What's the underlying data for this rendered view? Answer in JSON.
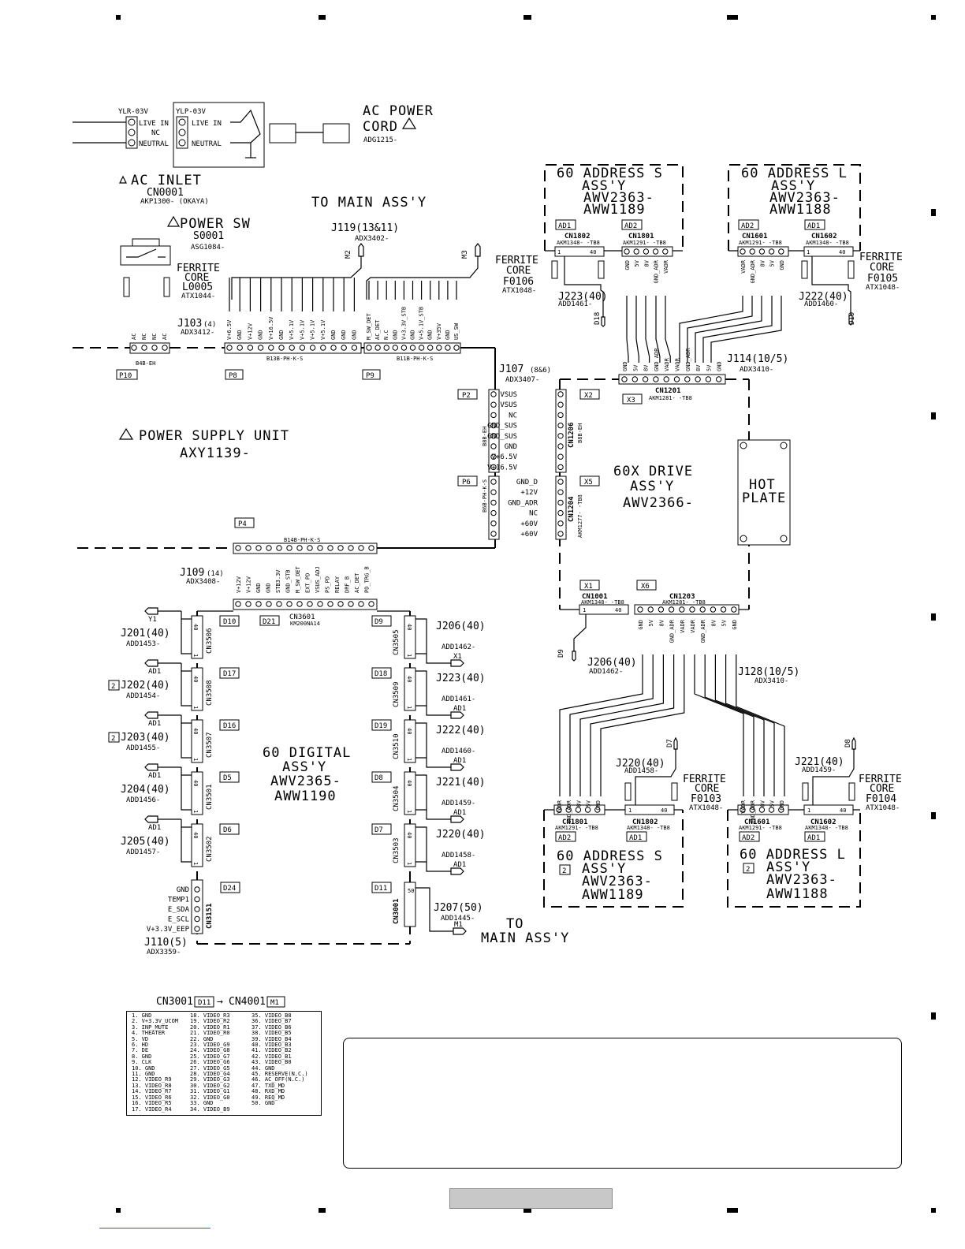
{
  "inlet": {
    "ylr": "YLR-03V",
    "ylp": "YLP-03V",
    "live_in": "LIVE IN",
    "nc": "NC",
    "neutral": "NEUTRAL",
    "label": "AC INLET",
    "ref": "CN0001",
    "part": "AKP1300- (OKAYA)"
  },
  "ac_cord": {
    "l1": "AC POWER",
    "l2": "CORD",
    "part": "ADG1215-"
  },
  "power_sw": {
    "label": "POWER SW",
    "ref": "S0001",
    "part": "ASG1084-"
  },
  "ferrite_l0005": {
    "l1": "FERRITE",
    "l2": "CORE",
    "ref": "L0005",
    "part": "ATX1044-"
  },
  "to_main_top": "TO MAIN ASS'Y",
  "j119": {
    "label": "J119(13&11)",
    "part": "ADX3402-",
    "m2": "M2",
    "m3": "M3"
  },
  "j103": {
    "label": "J103",
    "count": "(4)",
    "part": "ADX3412-"
  },
  "p10": {
    "label": "P10",
    "type": "B4B-EH",
    "pins": [
      "AC",
      "NC",
      "NC",
      "AC"
    ]
  },
  "p8": {
    "label": "P8",
    "type": "B13B-PH-K-S",
    "pins": [
      "V+6.5V",
      "GND",
      "V+12V",
      "GND",
      "V+16.5V",
      "GND",
      "V+5.1V",
      "V+5.1V",
      "V+5.1V",
      "V+5.1V",
      "GND",
      "GND",
      "GND"
    ]
  },
  "p9": {
    "label": "P9",
    "type": "B11B-PH-K-S",
    "pins": [
      "M_SW_DET",
      "AC_DET",
      "N.C",
      "GND",
      "V+3.3V_STB",
      "GND",
      "V+5.1V_STB",
      "GND",
      "V+35V",
      "GND",
      "US_SW"
    ]
  },
  "psu": {
    "title": "POWER SUPPLY UNIT",
    "part": "AXY1139-"
  },
  "p4": {
    "label": "P4",
    "type": "B14B-PH-K-S"
  },
  "j107": {
    "label": "J107",
    "count": "(8&6)",
    "part": "ADX3407-"
  },
  "p2": {
    "label": "P2",
    "type": "B8B-EH",
    "pins": [
      "VSUS",
      "VSUS",
      "NC",
      "GND_SUS",
      "GND_SUS",
      "GND",
      "V+6.5V",
      "V+16.5V"
    ]
  },
  "p6": {
    "label": "P6",
    "type": "B6B-PH-K-S",
    "pins": [
      "GND_D",
      "+12V",
      "GND_ADR",
      "NC",
      "+60V",
      "+60V"
    ]
  },
  "j109": {
    "label": "J109",
    "count": "(14)",
    "part": "ADX3408-",
    "pins": [
      "V+12V",
      "V+12V",
      "GND",
      "GND",
      "STB3.3V",
      "GND_STB",
      "M_SW_DET",
      "EXT_PD",
      "VSUS_ADJ",
      "PS_PD",
      "RELAY",
      "DRF_B",
      "AC_DET",
      "PD_TRG_B"
    ]
  },
  "cn3601": {
    "ref": "CN3601",
    "part": "KM200NA14",
    "d21": "D21"
  },
  "digital": {
    "l1": "60 DIGITAL",
    "l2": "ASS'Y",
    "l3": "AWV2365-",
    "l4": "AWW1190"
  },
  "left_conn": [
    {
      "cn": "CN3506",
      "d": "D10",
      "j": "J201(40)",
      "part": "ADD1453-",
      "sig": "Y1",
      "mark": ""
    },
    {
      "cn": "CN3508",
      "d": "D17",
      "j": "J202(40)",
      "part": "ADD1454-",
      "sig": "AD1",
      "mark": "2"
    },
    {
      "cn": "CN3507",
      "d": "D16",
      "j": "J203(40)",
      "part": "ADD1455-",
      "sig": "AD1",
      "mark": "2"
    },
    {
      "cn": "CN3501",
      "d": "D5",
      "j": "J204(40)",
      "part": "ADD1456-",
      "sig": "AD1",
      "mark": ""
    },
    {
      "cn": "CN3502",
      "d": "D6",
      "j": "J205(40)",
      "part": "ADD1457-",
      "sig": "AD1",
      "mark": ""
    }
  ],
  "right_conn": [
    {
      "cn": "CN3505",
      "d": "D9",
      "j": "J206(40)",
      "part": "ADD1462-",
      "sig": "X1"
    },
    {
      "cn": "CN3509",
      "d": "D18",
      "j": "J223(40)",
      "part": "ADD1461-",
      "sig": "AD1"
    },
    {
      "cn": "CN3510",
      "d": "D19",
      "j": "J222(40)",
      "part": "ADD1460-",
      "sig": "AD1"
    },
    {
      "cn": "CN3504",
      "d": "D8",
      "j": "J221(40)",
      "part": "ADD1459-",
      "sig": "AD1"
    },
    {
      "cn": "CN3503",
      "d": "D7",
      "j": "J220(40)",
      "part": "ADD1458-",
      "sig": "AD1"
    }
  ],
  "cn3151": {
    "ref": "CN3151",
    "d": "D24",
    "pins": [
      "GND",
      "TEMP1",
      "E_SDA",
      "E_SCL",
      "V+3.3V_EEP"
    ],
    "j": "J110(5)",
    "part": "ADX3359-"
  },
  "cn3001": {
    "ref": "CN3001",
    "d": "D11",
    "j": "J207(50)",
    "part": "ADD1445-",
    "sig": "M1"
  },
  "to_main_bottom": {
    "l1": "TO",
    "l2": "MAIN ASS'Y"
  },
  "addr_top_s": {
    "l1": "60 ADDRESS S",
    "l2": "ASS'Y",
    "l3": "AWV2363-",
    "l4": "AWW1189",
    "ad1": "AD1",
    "ad2": "AD2",
    "cn1802": "CN1802",
    "cn1801": "CN1801",
    "pins": [
      "GND",
      "5V",
      "8V",
      "GND_ADR",
      "VADR"
    ]
  },
  "addr_top_l": {
    "l1": "60 ADDRESS L",
    "l2": "ASS'Y",
    "l3": "AWV2363-",
    "l4": "AWW1188",
    "ad2": "AD2",
    "ad1": "AD1",
    "cn1601": "CN1601",
    "cn1602": "CN1602",
    "pins": [
      "VADR",
      "GND_ADR",
      "8V",
      "5V",
      "GND"
    ]
  },
  "ferrite_f0106": {
    "l1": "FERRITE",
    "l2": "CORE",
    "ref": "F0106",
    "part": "ATX1048-"
  },
  "ferrite_f0105": {
    "l1": "FERRITE",
    "l2": "CORE",
    "ref": "F0105",
    "part": "ATX1048-"
  },
  "j223_top": {
    "label": "J223(40)",
    "part": "ADD1461-",
    "sig": "D18"
  },
  "j222_top": {
    "label": "J222(40)",
    "part": "ADD1460-",
    "sig": "D19"
  },
  "j114": {
    "label": "J114(10/5)",
    "part": "ADX3410-"
  },
  "cn1201": {
    "ref": "CN1201",
    "part": "AKM1281- -TB8",
    "x3": "X3",
    "pins": [
      "GND",
      "5V",
      "8V",
      "GND_ADR",
      "VADR",
      "VADR",
      "GND_ADR",
      "8V",
      "5V",
      "GND"
    ]
  },
  "drive": {
    "l1": "60X DRIVE",
    "l2": "ASS'Y",
    "l3": "AWV2366-",
    "x2": "X2",
    "x5": "X5",
    "cn1206": "CN1206",
    "cn1206_t": "B8B-EH",
    "cn1204": "CN1204",
    "cn1204_t": "AKM1277- -TB8"
  },
  "hot_plate": {
    "l1": "HOT",
    "l2": "PLATE"
  },
  "cn1001": {
    "x1": "X1",
    "ref": "CN1001",
    "part": "AKM1348- -TB8"
  },
  "cn1203": {
    "x6": "X6",
    "ref": "CN1203",
    "part": "AKM1281- -TB8",
    "pins": [
      "GND",
      "5V",
      "8V",
      "GND_ADR",
      "VADR",
      "VADR",
      "GND_ADR",
      "8V",
      "5V",
      "GND"
    ]
  },
  "j206_bot": {
    "label": "J206(40)",
    "part": "ADD1462-",
    "sig": "D9"
  },
  "j128": {
    "label": "J128(10/5)",
    "part": "ADX3410-"
  },
  "addr_bot_s": {
    "l1": "60 ADDRESS S",
    "l2": "ASS'Y",
    "l3": "AWV2363-",
    "l4": "AWW1189",
    "ad2": "AD2",
    "ad1": "AD1",
    "cn1801": "CN1801",
    "cn1802": "CN1802",
    "mark": "2",
    "pins": [
      "VADR",
      "GND_ADR",
      "8V",
      "5V",
      "GND"
    ]
  },
  "addr_bot_l": {
    "l1": "60 ADDRESS L",
    "l2": "ASS'Y",
    "l3": "AWV2363-",
    "l4": "AWW1188",
    "ad2": "AD2",
    "ad1": "AD1",
    "cn1601": "CN1601",
    "cn1602": "CN1602",
    "mark": "2",
    "pins": [
      "VADR",
      "GND_ADR",
      "8V",
      "5V",
      "GND"
    ]
  },
  "j220_bot": {
    "label": "J220(40)",
    "part": "ADD1458-",
    "sig": "D7"
  },
  "j221_bot": {
    "label": "J221(40)",
    "part": "ADD1459-",
    "sig": "D8"
  },
  "ferrite_f0103": {
    "l1": "FERRITE",
    "l2": "CORE",
    "ref": "F0103",
    "part": "ATX1048-"
  },
  "ferrite_f0104": {
    "l1": "FERRITE",
    "l2": "CORE",
    "ref": "F0104",
    "part": "ATX1048-"
  },
  "legend": {
    "from": "CN3001",
    "d": "D11",
    "arrow": "→",
    "to": "CN4001",
    "m": "M1",
    "col1": [
      "1. GND",
      "2. V+3.3V_UCOM",
      "3. INP_MUTE",
      "4. THEATER",
      "5. VD",
      "6. HD",
      "7. DE",
      "8. GND",
      "9. CLK",
      "10. GND",
      "11. GND",
      "12. VIDEO_R9",
      "13. VIDEO_R8",
      "14. VIDEO_R7",
      "15. VIDEO_R6",
      "16. VIDEO_R5",
      "17. VIDEO_R4"
    ],
    "col2": [
      "18. VIDEO_R3",
      "19. VIDEO_R2",
      "20. VIDEO_R1",
      "21. VIDEO_R0",
      "22. GND",
      "23. VIDEO_G9",
      "24. VIDEO_G8",
      "25. VIDEO_G7",
      "26. VIDEO_G6",
      "27. VIDEO_G5",
      "28. VIDEO_G4",
      "29. VIDEO_G3",
      "30. VIDEO_G2",
      "31. VIDEO_G1",
      "32. VIDEO_G0",
      "33. GND",
      "34. VIDEO_B9"
    ],
    "col3": [
      "35. VIDEO_B8",
      "36. VIDEO_B7",
      "37. VIDEO_B6",
      "38. VIDEO_B5",
      "39. VIDEO_B4",
      "40. VIDEO_B3",
      "41. VIDEO_B2",
      "42. VIDEO_B1",
      "43. VIDEO_B0",
      "44. GND",
      "45. RESERVE(N.C.)",
      "46. AC_OFF(N.C.)",
      "47. TXD_MD",
      "48. RXD_MD",
      "49. REQ_MD",
      "50. GND"
    ]
  }
}
